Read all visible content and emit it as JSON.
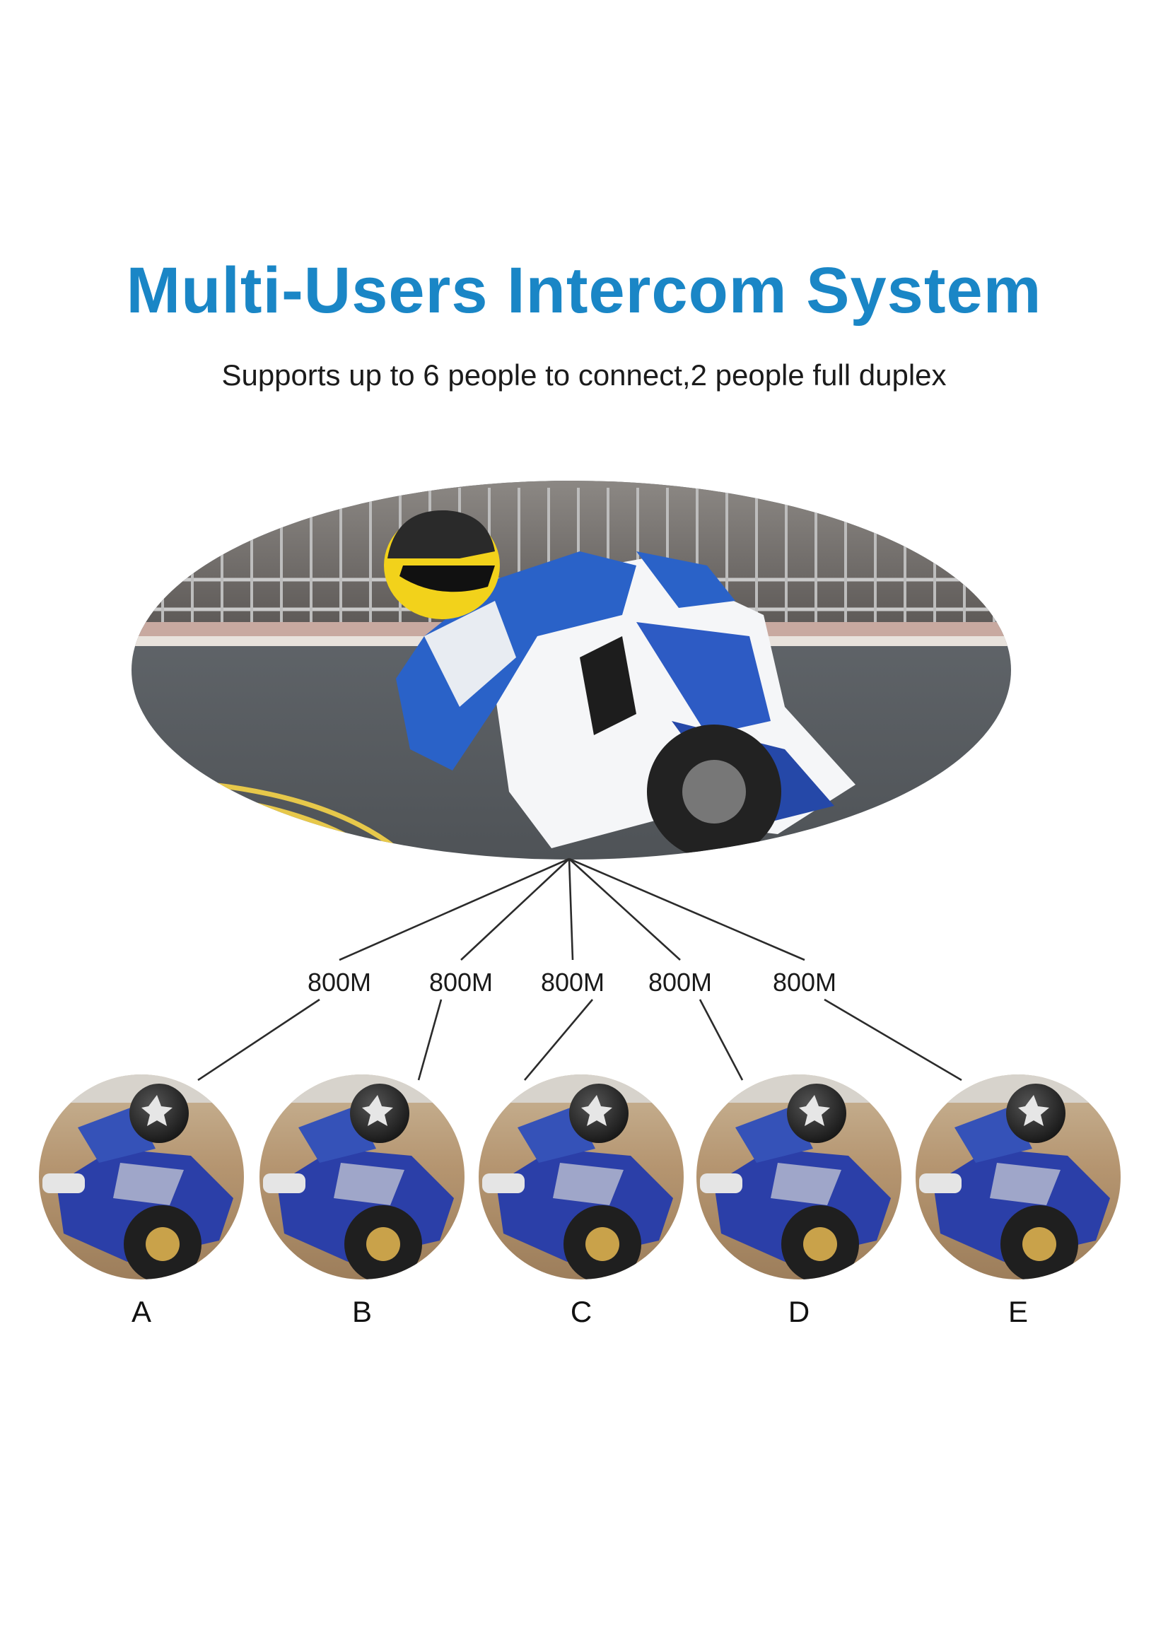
{
  "header": {
    "title": "Multi-Users Intercom System",
    "subtitle": "Supports up to 6 people to connect,2 people full duplex"
  },
  "distances": [
    "800M",
    "800M",
    "800M",
    "800M",
    "800M"
  ],
  "riders": [
    {
      "label": "A"
    },
    {
      "label": "B"
    },
    {
      "label": "C"
    },
    {
      "label": "D"
    },
    {
      "label": "E"
    }
  ],
  "colors": {
    "title": "#1a86c6",
    "main_bike": "#ffffff",
    "main_bike_accent": "#2457b8",
    "helmet": "#f2d21b",
    "rider_bike": "#2b3fa8",
    "road": "#5d6166",
    "track_sand": "#b89a6e"
  }
}
